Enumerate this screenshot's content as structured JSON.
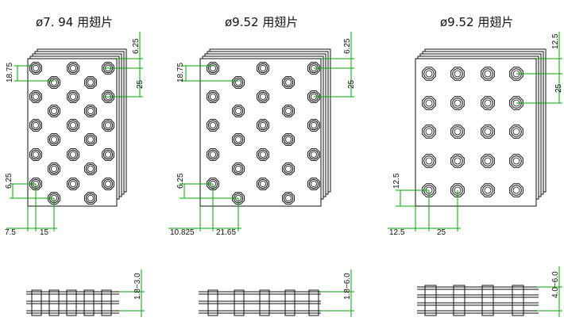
{
  "panels": [
    {
      "title": "ø7. 94 用翅片",
      "dims": {
        "top_offset": "6.25",
        "left_offset": "18.75",
        "row_pitch": "25",
        "bottom_offset": "6.25",
        "edge_x": "7.5",
        "col_pitch": "15"
      },
      "side_dim": "1.8~3.0"
    },
    {
      "title": "ø9.52 用翅片",
      "dims": {
        "top_offset": "6.25",
        "left_offset": "18.75",
        "row_pitch": "25",
        "bottom_offset": "6.25",
        "edge_x": "10.825",
        "col_pitch": "21.65"
      },
      "side_dim": "1.8~6.0"
    },
    {
      "title": "ø9.52 用翅片",
      "dims": {
        "top_offset": "12.5",
        "row_pitch": "25",
        "bottom_offset": "12.5",
        "edge_x": "12.5",
        "col_pitch": "25"
      },
      "side_dim": "4.0~6.0"
    }
  ],
  "colors": {
    "line": "#111111",
    "dimension": "#00a800",
    "background": "#ffffff"
  }
}
